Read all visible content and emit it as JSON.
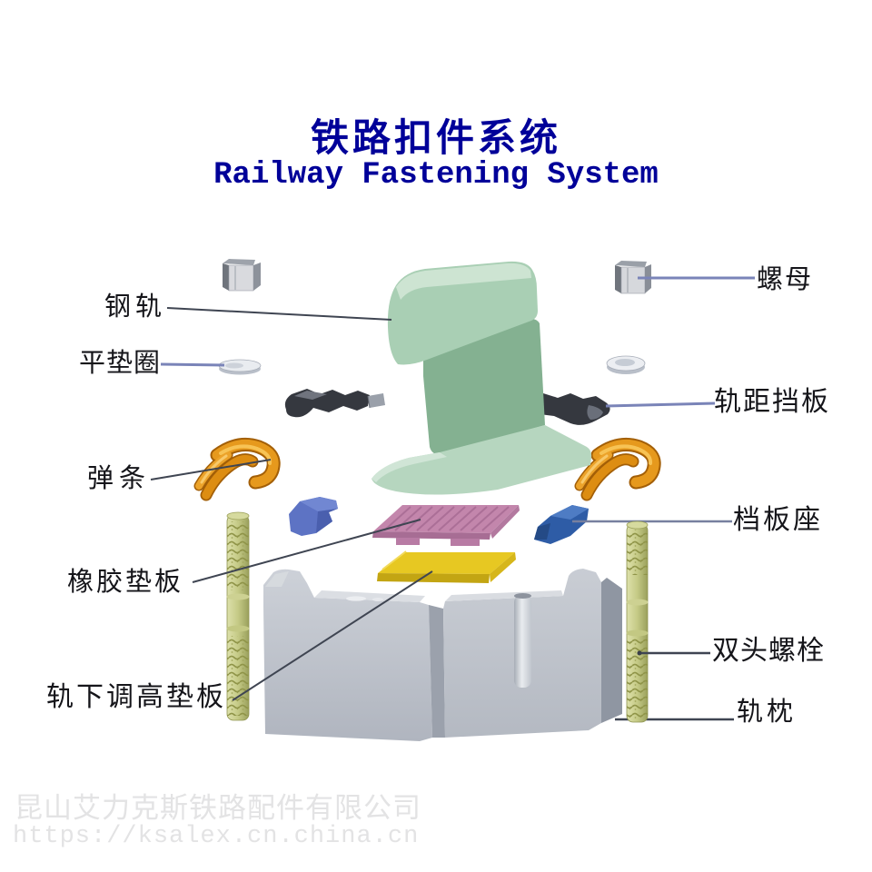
{
  "title": {
    "zh": "铁路扣件系统",
    "en": "Railway Fastening System"
  },
  "labels": {
    "left": [
      {
        "id": "rail",
        "text": "钢轨"
      },
      {
        "id": "flat-washer",
        "text": "平垫圈"
      },
      {
        "id": "elastic-clip",
        "text": "弹条"
      },
      {
        "id": "rubber-pad",
        "text": "橡胶垫板"
      },
      {
        "id": "height-pad",
        "text": "轨下调高垫板"
      }
    ],
    "right": [
      {
        "id": "nut",
        "text": "螺母"
      },
      {
        "id": "gauge-baffle",
        "text": "轨距挡板"
      },
      {
        "id": "baffle-seat",
        "text": "档板座"
      },
      {
        "id": "stud-bolt",
        "text": "双头螺栓"
      },
      {
        "id": "sleeper",
        "text": "轨枕"
      }
    ]
  },
  "watermark": {
    "company": "昆山艾力克斯铁路配件有限公司",
    "url": "https://ksalex.cn.china.cn"
  },
  "colors": {
    "title_blue": "#000099",
    "label_text": "#15151a",
    "watermark_gray": "#e3e3e4",
    "leader_dark": "#3f4552",
    "leader_blue": "#7a84b8",
    "rail_green": "#a9cfb4",
    "clip_orange": "#e6991d",
    "pad_pink": "#c386ac",
    "pad_yellow": "#e7c822",
    "seat_blue": "#4a69b4",
    "bolt_green": "#c5ca86",
    "sleeper_gray": "#c3c8cf",
    "hardware_dark": "#35383f"
  }
}
